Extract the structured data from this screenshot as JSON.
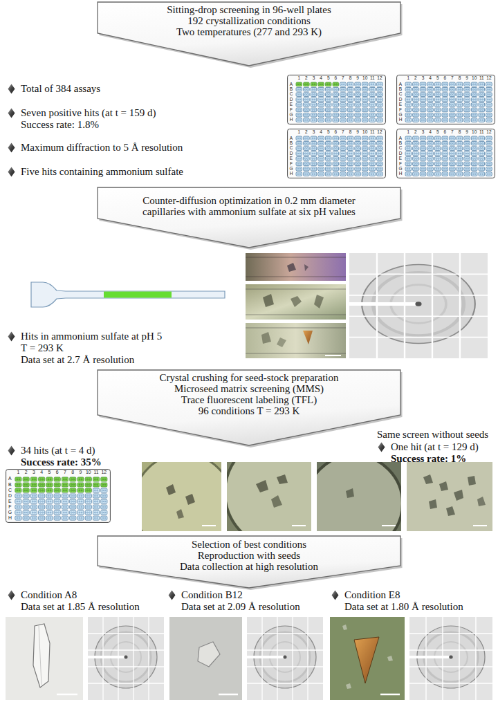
{
  "diagram": {
    "nodes": [
      {
        "text": [
          "Sitting-drop screening in 96-well plates",
          "192 crystallization conditions",
          "Two temperatures (277 and 293 K)"
        ]
      },
      {
        "text": [
          "Counter-diffusion optimization in 0.2 mm diameter capillaries with ammonium sulfate at six pH values"
        ]
      },
      {
        "text": [
          "Crystal crushing for seed-stock preparation",
          "Microseed matrix screening (MMS)",
          "Trace fluorescent labeling (TFL)",
          "96 conditions T = 293 K"
        ]
      },
      {
        "text": [
          "Selection of best conditions",
          "Reproduction with seeds",
          "Data collection at high resolution"
        ]
      }
    ],
    "labels": [
      "Total of 384 assays",
      "Seven positive hits (at t = 159 d)",
      "Success rate: 1.8%",
      "Maximum diffraction to 5 Å resolution",
      "Five hits containing ammonium sulfate",
      "1",
      "2",
      "3",
      "4",
      "5",
      "6",
      "7",
      "8",
      "9",
      "10",
      "11",
      "12",
      "A",
      "B",
      "C",
      "D",
      "E",
      "F",
      "G",
      "H",
      "1",
      "2",
      "3",
      "4",
      "5",
      "6",
      "7",
      "8",
      "9",
      "10",
      "11",
      "12",
      "A",
      "B",
      "C",
      "D",
      "E",
      "F",
      "G",
      "H",
      "1",
      "2",
      "3",
      "4",
      "5",
      "6",
      "7",
      "8",
      "9",
      "10",
      "11",
      "12",
      "A",
      "B",
      "C",
      "D",
      "E",
      "F",
      "G",
      "H",
      "1",
      "2",
      "3",
      "4",
      "5",
      "6",
      "7",
      "8",
      "9",
      "10",
      "11",
      "12",
      "A",
      "B",
      "C",
      "D",
      "E",
      "F",
      "G",
      "H",
      "Hits in ammonium sulfate at pH 5",
      "T = 293 K",
      "Data set at 2.7 Å resolution",
      "1",
      "2",
      "3",
      "4",
      "5",
      "6",
      "7",
      "8",
      "9",
      "10",
      "11",
      "12",
      "A",
      "B",
      "C",
      "D",
      "E",
      "F",
      "G",
      "H",
      "34 hits (at t = 4 d)",
      "Success rate: 35%",
      "Same screen without seeds",
      "One hit (at t = 129 d)",
      "Success rate: 1%",
      "Condition A8",
      "Data set at 1.85 Å resolution",
      "Condition B12",
      "Data set at 2.09 Å resolution",
      "Condition E8",
      "Data set at 1.80 Å resolution"
    ]
  }
}
